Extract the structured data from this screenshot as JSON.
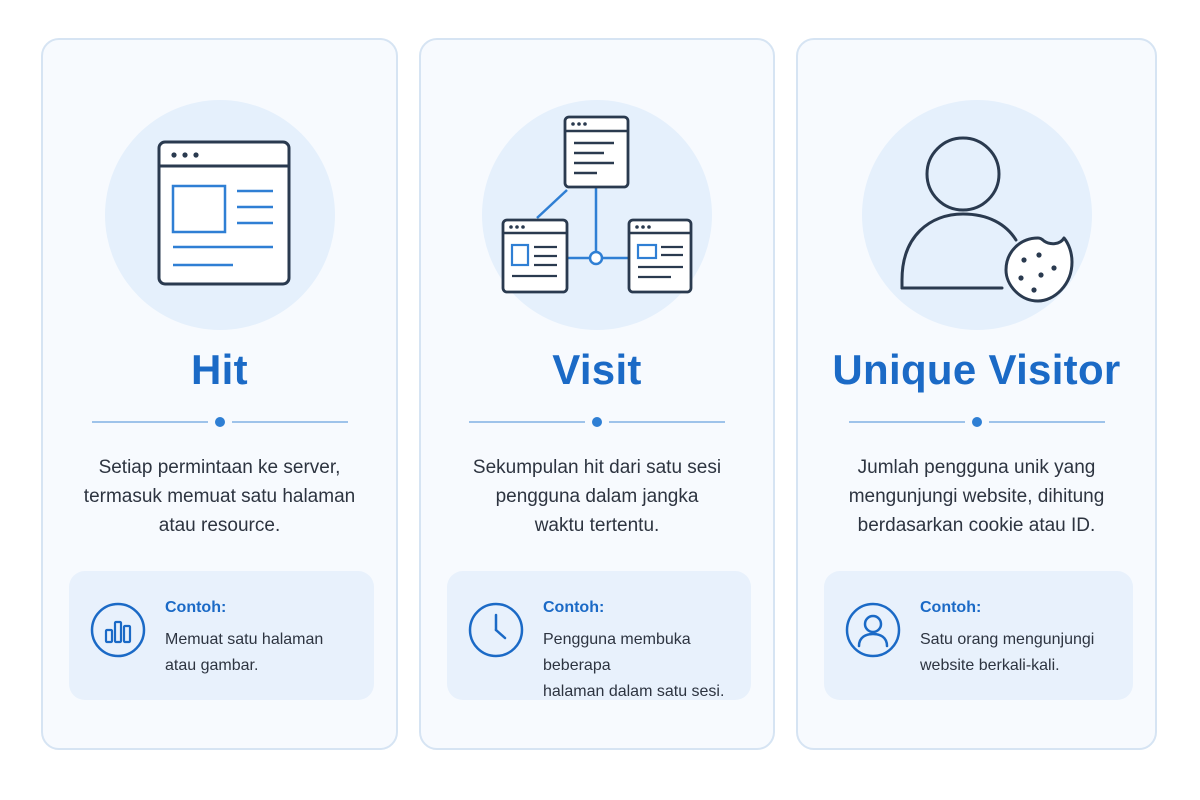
{
  "cards": [
    {
      "hero_icon": "browser-window-icon",
      "title": "Hit",
      "description": "Setiap permintaan ke server,\ntermasuk memuat satu halaman\natau resource.",
      "example": {
        "icon": "bar-chart-icon",
        "label": "Contoh:",
        "text": "Memuat satu halaman\natau gambar."
      }
    },
    {
      "hero_icon": "connected-pages-icon",
      "title": "Visit",
      "description": "Sekumpulan hit dari satu sesi\npengguna dalam jangka\nwaktu tertentu.",
      "example": {
        "icon": "clock-icon",
        "label": "Contoh:",
        "text": "Pengguna membuka beberapa\nhalaman dalam satu sesi."
      }
    },
    {
      "hero_icon": "user-cookie-icon",
      "title": "Unique Visitor",
      "description": "Jumlah pengguna unik yang\nmengunjungi website, dihitung\nberdasarkan cookie atau ID.",
      "example": {
        "icon": "user-circle-icon",
        "label": "Contoh:",
        "text": "Satu orang mengunjungi\nwebsite berkali-kali."
      }
    }
  ],
  "colors": {
    "accent": "#1b6ac6",
    "icon_stroke": "#2a3a4f",
    "icon_accent": "#2f7fd4",
    "card_bg": "#f7fafe",
    "card_border": "#d6e4f3",
    "circle_bg": "#e5f0fc",
    "example_bg": "#e8f1fc"
  }
}
